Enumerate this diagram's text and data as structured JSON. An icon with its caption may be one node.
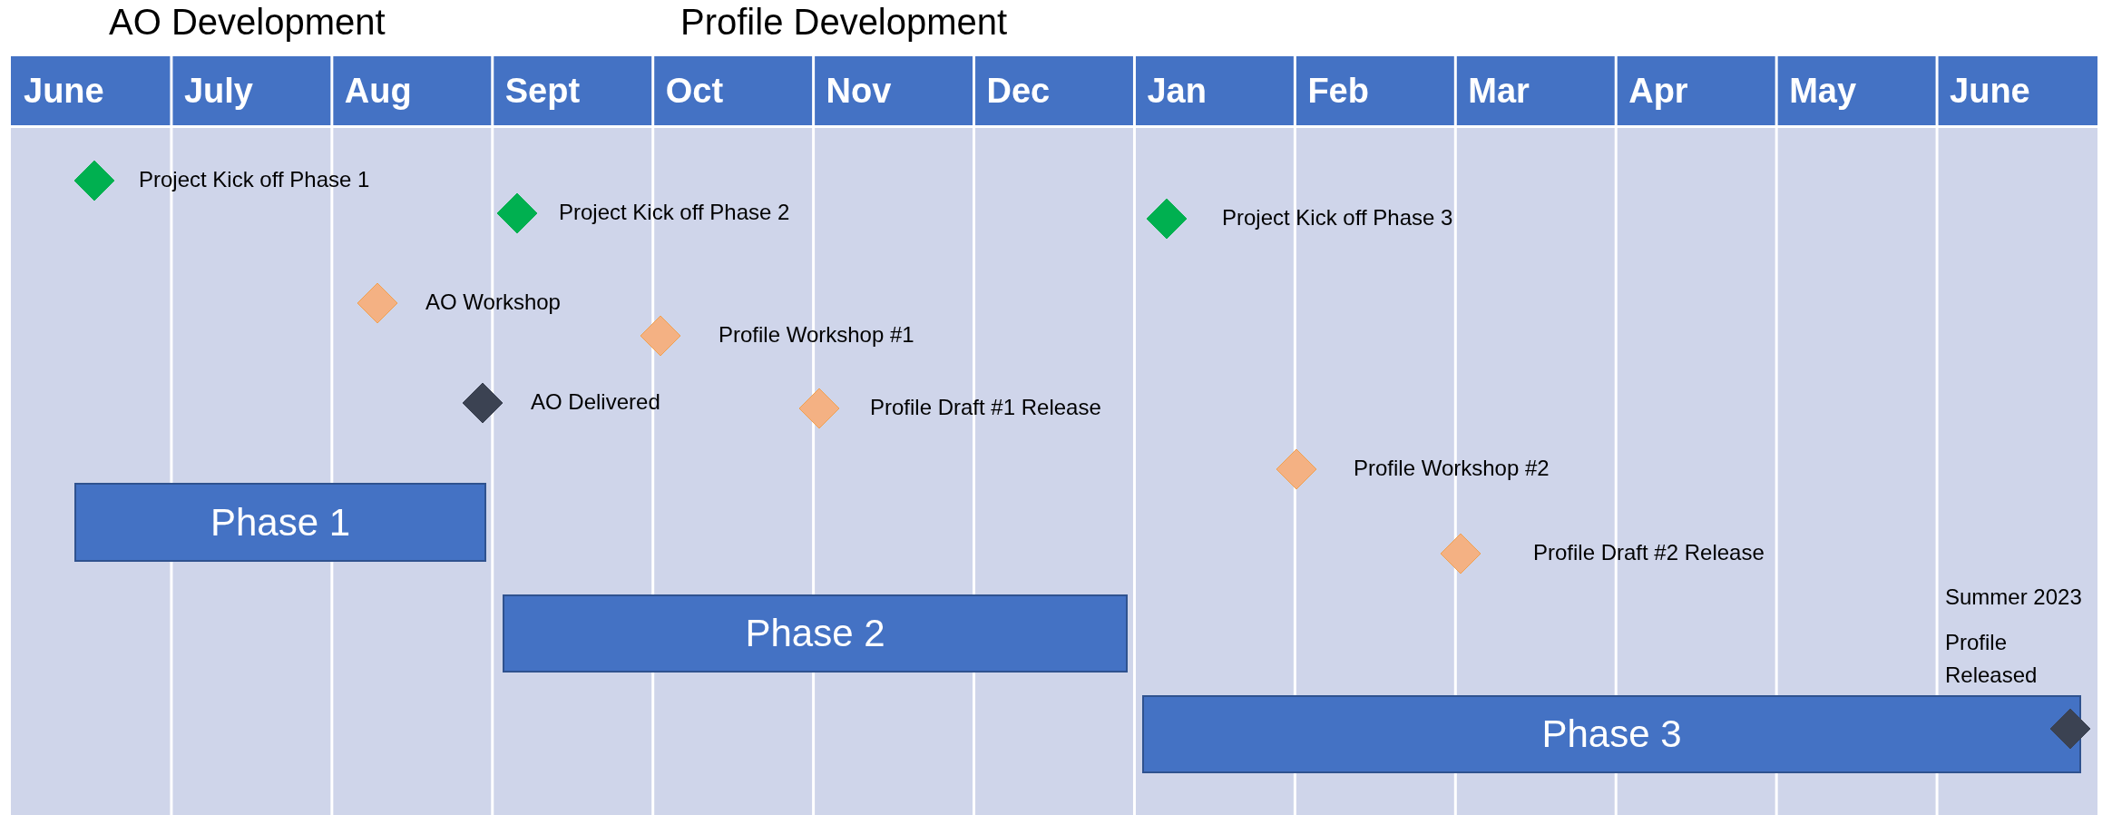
{
  "diagram": {
    "nodes": [
      {
        "text": [],
        "shape": "diamond",
        "beside": [
          "Project Kick off Phase 1"
        ]
      },
      {
        "text": [],
        "shape": "diamond",
        "beside": [
          "Project Kick off Phase 2"
        ]
      },
      {
        "text": [],
        "shape": "diamond",
        "beside": [
          "Project Kick off Phase 3"
        ]
      },
      {
        "text": [],
        "shape": "diamond",
        "beside": [
          "AO Workshop"
        ]
      },
      {
        "text": [],
        "shape": "diamond",
        "beside": [
          "Profile Workshop #1"
        ]
      },
      {
        "text": [],
        "shape": "diamond",
        "beside": [
          "AO Delivered"
        ]
      },
      {
        "text": [],
        "shape": "diamond",
        "beside": [
          "Profile Draft #1 Release"
        ]
      },
      {
        "text": [],
        "shape": "diamond",
        "beside": [
          "Profile Workshop #2"
        ]
      },
      {
        "text": [],
        "shape": "diamond",
        "beside": [
          "Profile Draft #2 Release"
        ]
      },
      {
        "text": [
          "Phase 1"
        ]
      },
      {
        "text": [
          "Phase 2"
        ]
      },
      {
        "text": [
          "Phase 3"
        ]
      },
      {
        "text": [],
        "shape": "diamond"
      }
    ],
    "labels": [
      "AO Development",
      "Profile Development",
      "June",
      "July",
      "Aug",
      "Sept",
      "Oct",
      "Nov",
      "Dec",
      "Jan",
      "Feb",
      "Mar",
      "Apr",
      "May",
      "June",
      "Summer 2023",
      "Profile Released"
    ]
  }
}
